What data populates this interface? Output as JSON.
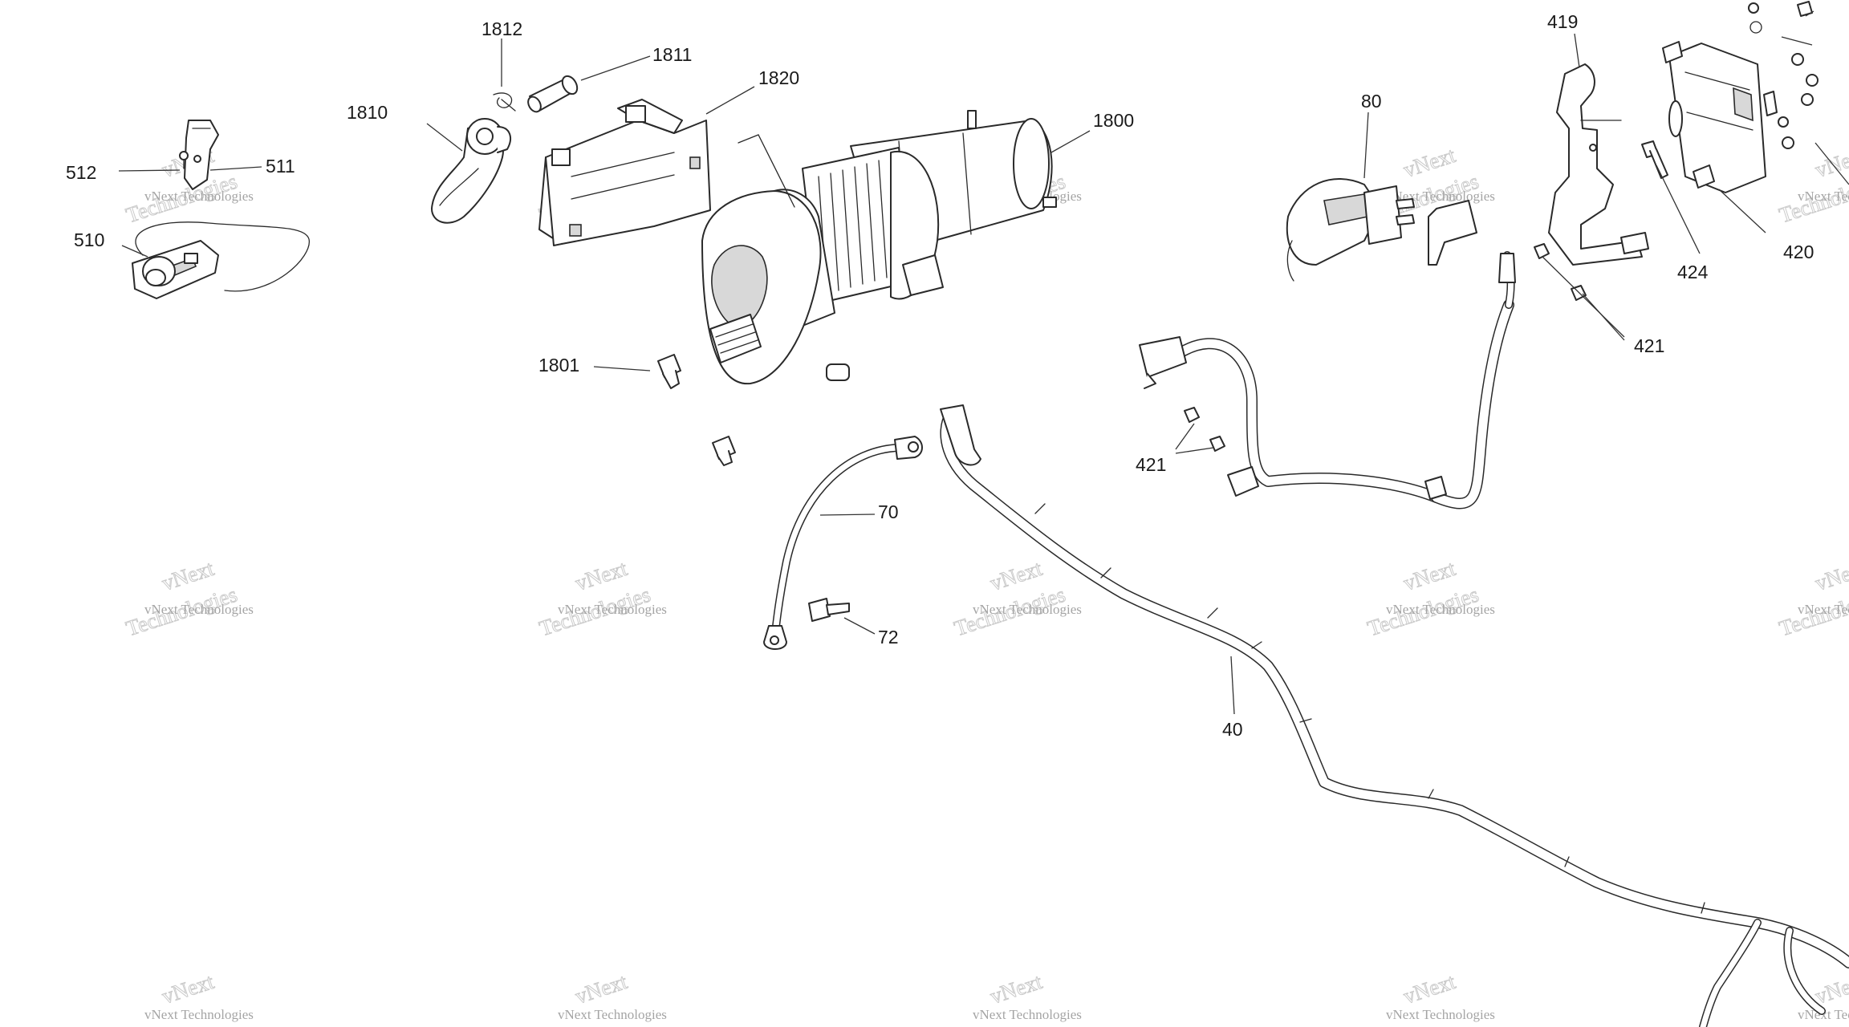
{
  "part_labels": [
    "1812",
    "1811",
    "1820",
    "1810",
    "1800",
    "512",
    "511",
    "510",
    "1801",
    "70",
    "72",
    "40",
    "80",
    "419",
    "424",
    "420",
    "421",
    "421"
  ],
  "watermark": {
    "brand_line": "vNext Technologies",
    "big_line_1": "vNext",
    "big_line_2": "Technologies"
  }
}
